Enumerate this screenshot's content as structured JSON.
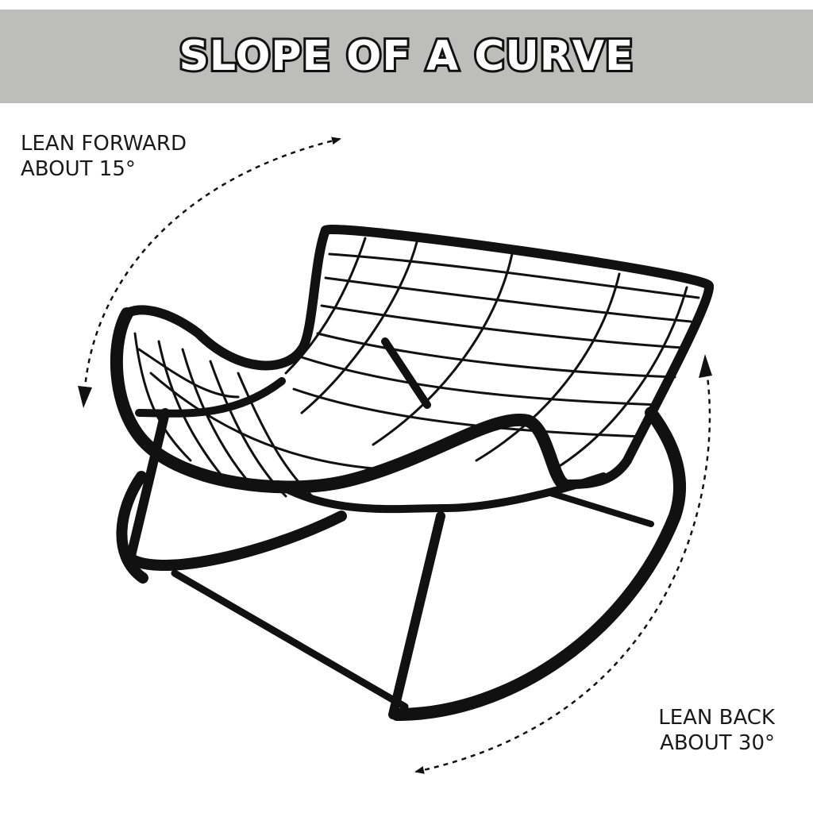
{
  "header": {
    "title": "SLOPE OF A CURVE",
    "background": "#bdbdbb"
  },
  "annotations": {
    "forward": {
      "line1": "LEAN FORWARD",
      "line2": "ABOUT 15°"
    },
    "back": {
      "line1": "LEAN BACK",
      "line2": "ABOUT 30°"
    }
  },
  "product": {
    "name": "rocking-chair",
    "frame_color": "#111111"
  }
}
